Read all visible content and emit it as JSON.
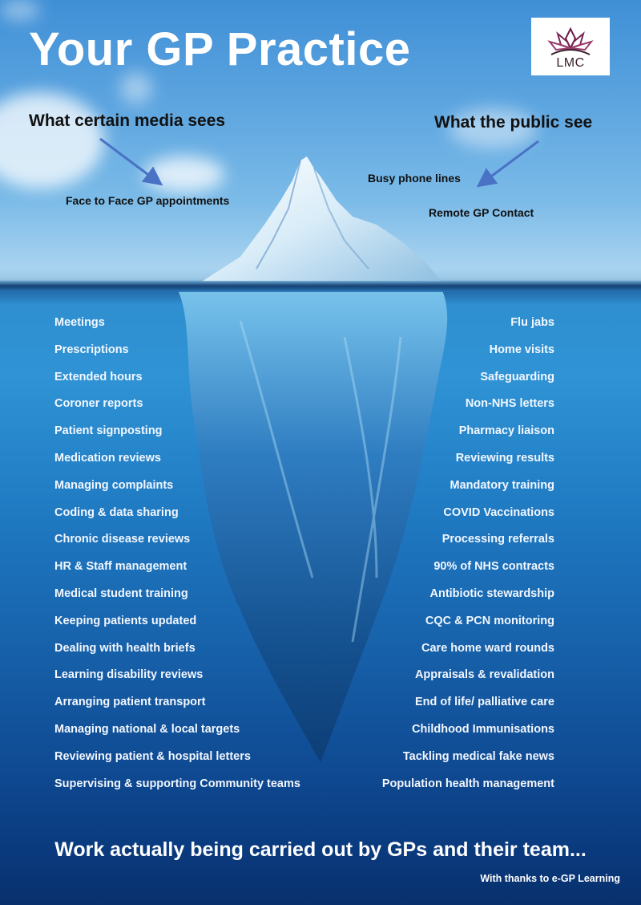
{
  "header": {
    "title": "Your GP Practice",
    "logo": {
      "icon": "lotus-icon",
      "text": "LMC",
      "color": "#6b1e4a"
    }
  },
  "above_water": {
    "media_heading": "What certain media sees",
    "media_item": "Face to Face GP appointments",
    "public_heading": "What the public see",
    "public_items": [
      "Busy phone lines",
      "Remote GP Contact"
    ]
  },
  "below_water": {
    "left_items": [
      "Meetings",
      "Prescriptions",
      "Extended hours",
      "Coroner reports",
      "Patient signposting",
      "Medication reviews",
      "Managing complaints",
      "Coding & data sharing",
      "Chronic disease reviews",
      "HR & Staff management",
      "Medical student training",
      "Keeping patients updated",
      "Dealing with health briefs",
      "Learning disability reviews",
      "Arranging patient transport",
      "Managing national & local targets",
      "Reviewing patient & hospital letters",
      "Supervising & supporting Community teams"
    ],
    "right_items": [
      "Flu jabs",
      "Home visits",
      "Safeguarding",
      "Non-NHS letters",
      "Pharmacy liaison",
      "Reviewing results",
      "Mandatory training",
      "COVID Vaccinations",
      "Processing referrals",
      "90% of NHS contracts",
      "Antibiotic stewardship",
      "CQC & PCN monitoring",
      "Care home ward rounds",
      "Appraisals & revalidation",
      "End of life/ palliative care",
      "Childhood Immunisations",
      "Tackling medical fake news",
      "Population health management"
    ]
  },
  "footer": {
    "tagline": "Work actually being carried out by GPs and their team...",
    "credit": "With thanks to e-GP Learning"
  },
  "colors": {
    "sky_top": "#3f8fd6",
    "sky_bottom": "#a9d3f0",
    "ocean_deep": "#08306c",
    "arrow": "#4a72c4",
    "text_light": "#ffffff",
    "text_dark": "#111111"
  }
}
